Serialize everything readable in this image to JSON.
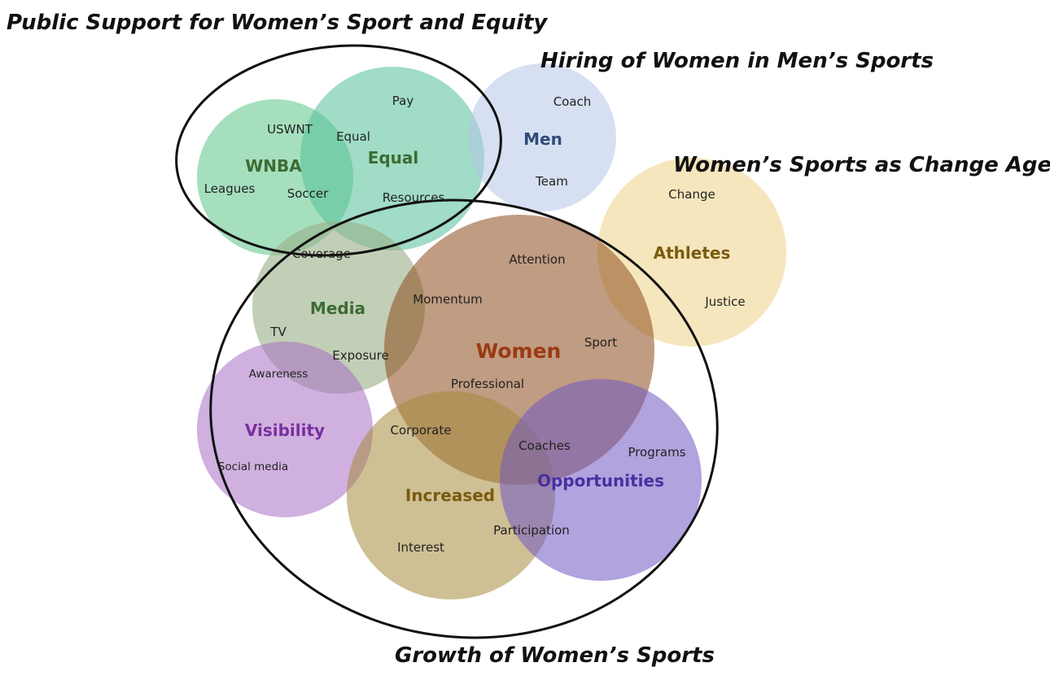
{
  "themes": {
    "public_support": "Public Support for Women’s Sport and Equity",
    "hiring": "Hiring of Women in Men’s Sports",
    "change_agents": "Women’s Sports as Change Agents",
    "growth": "Growth of Women’s Sports"
  },
  "bubbles": {
    "wnba": "WNBA",
    "equal": "Equal",
    "men": "Men",
    "athletes": "Athletes",
    "media": "Media",
    "women": "Women",
    "visibility": "Visibility",
    "increased": "Increased",
    "opportunities": "Opportunities"
  },
  "terms": {
    "pay": "Pay",
    "uswnt": "USWNT",
    "equal": "Equal",
    "leagues": "Leagues",
    "soccer": "Soccer",
    "resources": "Resources",
    "coach": "Coach",
    "team": "Team",
    "change": "Change",
    "justice": "Justice",
    "coverage": "Coverage",
    "attention": "Attention",
    "momentum": "Momentum",
    "tv": "TV",
    "sport": "Sport",
    "exposure": "Exposure",
    "awareness": "Awareness",
    "professional": "Professional",
    "corporate": "Corporate",
    "coaches": "Coaches",
    "programs": "Programs",
    "social_media": "Social media",
    "participation": "Participation",
    "interest": "Interest"
  },
  "colors": {
    "wnba_fill": "#5cc486",
    "equal_fill": "#52bf97",
    "men_fill": "#b4c7e7",
    "athletes_fill": "#efd186",
    "media_fill": "#9aaf87",
    "women_fill": "#8d4a1c",
    "visibility_fill": "#a770c4",
    "increased_fill": "#a68a3c",
    "opportunities_fill": "#7058c2",
    "outline": "#111111"
  }
}
